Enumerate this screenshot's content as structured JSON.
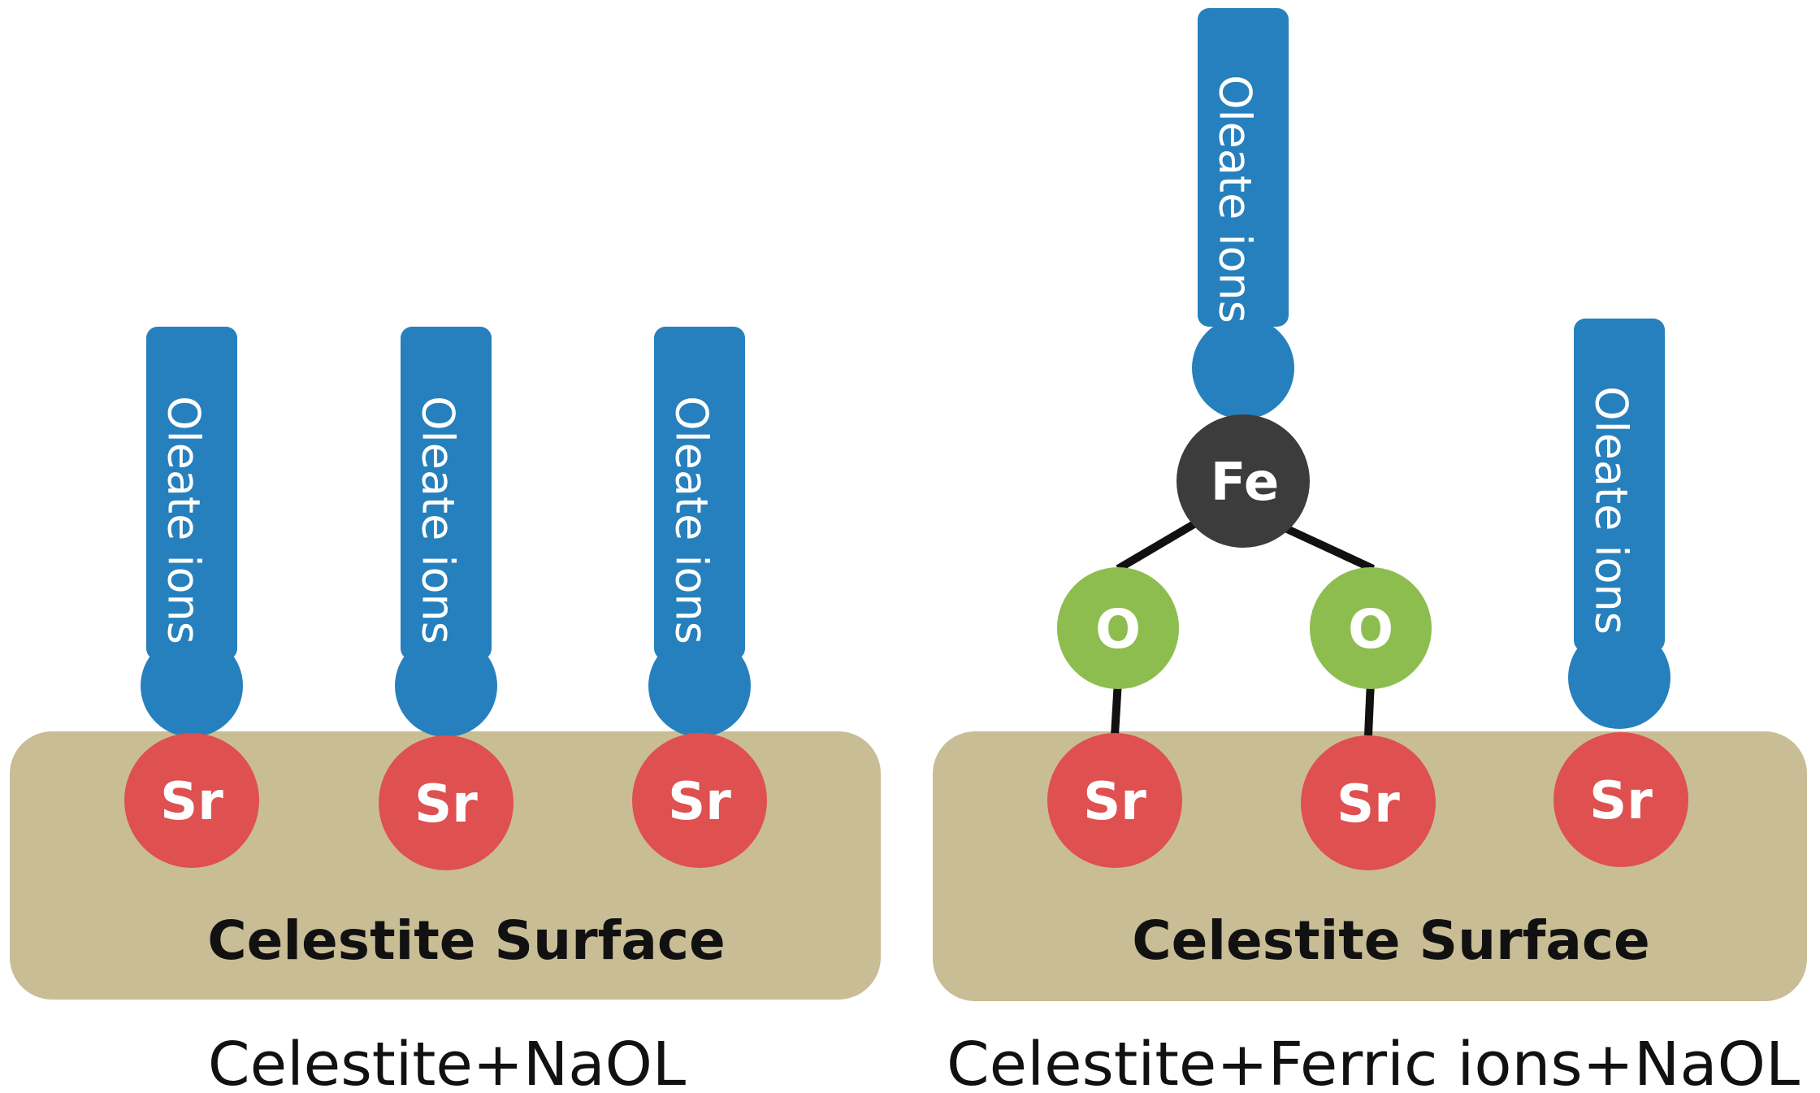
{
  "colors": {
    "surface": "#c9bd96",
    "oleate": "#2680bd",
    "strontium": "#df5050",
    "oxygen": "#8dbd4f",
    "iron": "#3c3c3c",
    "bond": "#111111",
    "text_dark": "#111111",
    "text_light": "#ffffff"
  },
  "labels": {
    "oleate": "Oleate ions",
    "strontium": "Sr",
    "oxygen": "O",
    "iron": "Fe",
    "surface": "Celestite Surface"
  },
  "panels": [
    {
      "caption": "Celestite+NaOL",
      "surface_label": "Celestite Surface",
      "sites": [
        {
          "atom": "Sr",
          "adsorbate": "Oleate ions"
        },
        {
          "atom": "Sr",
          "adsorbate": "Oleate ions"
        },
        {
          "atom": "Sr",
          "adsorbate": "Oleate ions"
        }
      ]
    },
    {
      "caption": "Celestite+Ferric ions+NaOL",
      "surface_label": "Celestite Surface",
      "sites": [
        {
          "atom": "Sr",
          "bridge": "O"
        },
        {
          "atom": "Sr",
          "bridge": "O"
        },
        {
          "atom": "Sr",
          "adsorbate": "Oleate ions"
        }
      ],
      "complex": {
        "center": "Fe",
        "adsorbate": "Oleate ions"
      }
    }
  ]
}
